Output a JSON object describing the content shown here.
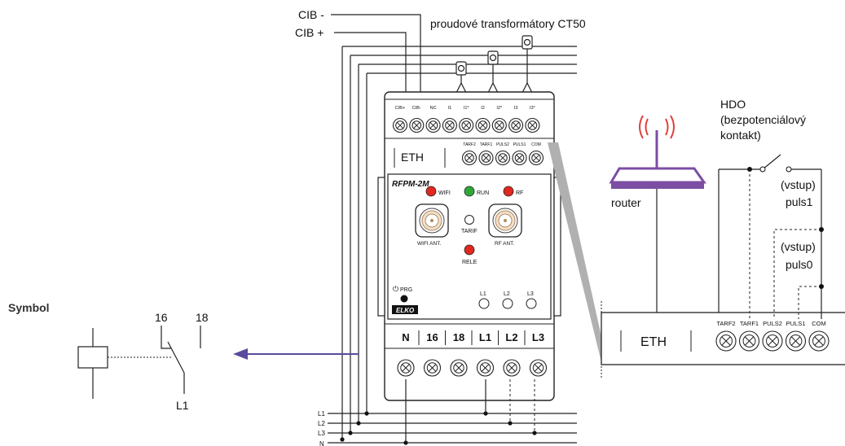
{
  "labels": {
    "cib_minus": "CIB -",
    "cib_plus": "CIB +",
    "ct_label": "proudové transformátory CT50",
    "hdo_line1": "HDO",
    "hdo_line2": "(bezpotenciálový",
    "hdo_line3": "kontakt)",
    "vstup1": "(vstup)",
    "puls1": "puls1",
    "vstup0": "(vstup)",
    "puls0": "puls0",
    "router": "router",
    "symbol": "Symbol",
    "sym_16": "16",
    "sym_18": "18",
    "sym_l1": "L1"
  },
  "device": {
    "model": "RFPM-2M",
    "top_terminals": [
      "CIB+",
      "CIB-",
      "NC",
      "I1",
      "I1*",
      "I2",
      "I2*",
      "I3",
      "I3*"
    ],
    "eth": "ETH",
    "mid_terminals": [
      "TARF2",
      "TARF1",
      "PULS2",
      "PULS1",
      "COM"
    ],
    "led_wifi": "WIFI",
    "led_run": "RUN",
    "led_rf": "RF",
    "tarif": "TARIF",
    "rele": "RELE",
    "wifi_ant": "WIFI ANT.",
    "rf_ant": "RF ANT.",
    "prg": "PRG",
    "brand": "ELKO",
    "l1": "L1",
    "l2": "L2",
    "l3": "L3",
    "bottom_terminals": [
      "N",
      "16",
      "18",
      "L1",
      "L2",
      "L3"
    ]
  },
  "zoom": {
    "eth": "ETH",
    "terminals": [
      "TARF2",
      "TARF1",
      "PULS2",
      "PULS1",
      "COM"
    ]
  },
  "bus_lines": [
    "L1",
    "L2",
    "L3",
    "N"
  ],
  "colors": {
    "led_red": "#e0281f",
    "led_green": "#2fa836",
    "router": "#7b4ea3",
    "arrow": "#5b4a9e",
    "wifi_waves": "#e2403a"
  }
}
